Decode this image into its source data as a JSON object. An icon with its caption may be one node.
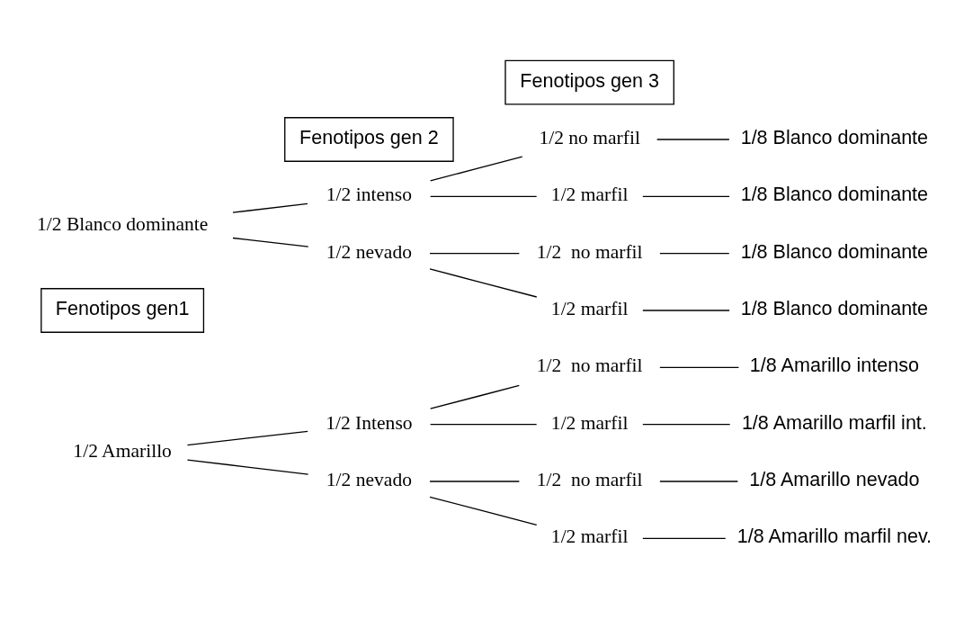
{
  "diagram": {
    "nodes": [
      {
        "text": [
          "1/2 Amarillo"
        ]
      },
      {
        "text": [
          "1/2 Intenso"
        ]
      },
      {
        "text": [
          "1/2  no marfil"
        ]
      },
      {
        "text": [
          "1/8 Amarillo intenso"
        ]
      },
      {
        "text": [
          "1/2 marfil"
        ]
      },
      {
        "text": [
          "1/8 Amarillo marfil int."
        ]
      },
      {
        "text": [
          "1/2 nevado"
        ]
      },
      {
        "text": [
          "1/2  no marfil"
        ]
      },
      {
        "text": [
          "1/8 Amarillo nevado"
        ]
      },
      {
        "text": [
          "1/2 marfil"
        ]
      },
      {
        "text": [
          "1/8 Amarillo marfil nev."
        ]
      },
      {
        "text": [
          "Fenotipos gen1"
        ]
      },
      {
        "text": [
          "1/2 Blanco dominante"
        ]
      },
      {
        "text": [
          "1/2 intenso"
        ]
      },
      {
        "text": [
          "1/2 no marfil"
        ]
      },
      {
        "text": [
          "1/8 Blanco dominante"
        ]
      },
      {
        "text": [
          "1/2 marfil"
        ]
      },
      {
        "text": [
          "1/8 Blanco dominante"
        ]
      },
      {
        "text": [
          "1/2 nevado"
        ]
      },
      {
        "text": [
          "1/2  no marfil"
        ]
      },
      {
        "text": [
          "1/8 Blanco dominante"
        ]
      },
      {
        "text": [
          "1/2 marfil"
        ]
      },
      {
        "text": [
          "1/8 Blanco dominante"
        ]
      },
      {
        "text": [
          "Fenotipos gen 2"
        ]
      },
      {
        "text": [
          "Fenotipos gen 3"
        ]
      }
    ],
    "edges": [
      {
        "from": 0,
        "to": 1,
        "arrow": "none"
      },
      {
        "from": 0,
        "to": 6,
        "arrow": "none"
      },
      {
        "from": 1,
        "to": 2,
        "arrow": "none"
      },
      {
        "from": 1,
        "to": 4,
        "arrow": "none"
      },
      {
        "from": 6,
        "to": 7,
        "arrow": "none"
      },
      {
        "from": 6,
        "to": 9,
        "arrow": "none"
      },
      {
        "from": 2,
        "to": 3,
        "arrow": "none"
      },
      {
        "from": 4,
        "to": 5,
        "arrow": "none"
      },
      {
        "from": 7,
        "to": 8,
        "arrow": "none"
      },
      {
        "from": 9,
        "to": 10,
        "arrow": "none"
      },
      {
        "from": 12,
        "to": 13,
        "arrow": "none"
      },
      {
        "from": 12,
        "to": 18,
        "arrow": "none"
      },
      {
        "from": 13,
        "to": 14,
        "arrow": "none"
      },
      {
        "from": 13,
        "to": 16,
        "arrow": "none"
      },
      {
        "from": 18,
        "to": 19,
        "arrow": "none"
      },
      {
        "from": 18,
        "to": 21,
        "arrow": "none"
      },
      {
        "from": 14,
        "to": 15,
        "arrow": "none"
      },
      {
        "from": 16,
        "to": 17,
        "arrow": "none"
      },
      {
        "from": 19,
        "to": 20,
        "arrow": "none"
      },
      {
        "from": 21,
        "to": 22,
        "arrow": "none"
      }
    ]
  }
}
